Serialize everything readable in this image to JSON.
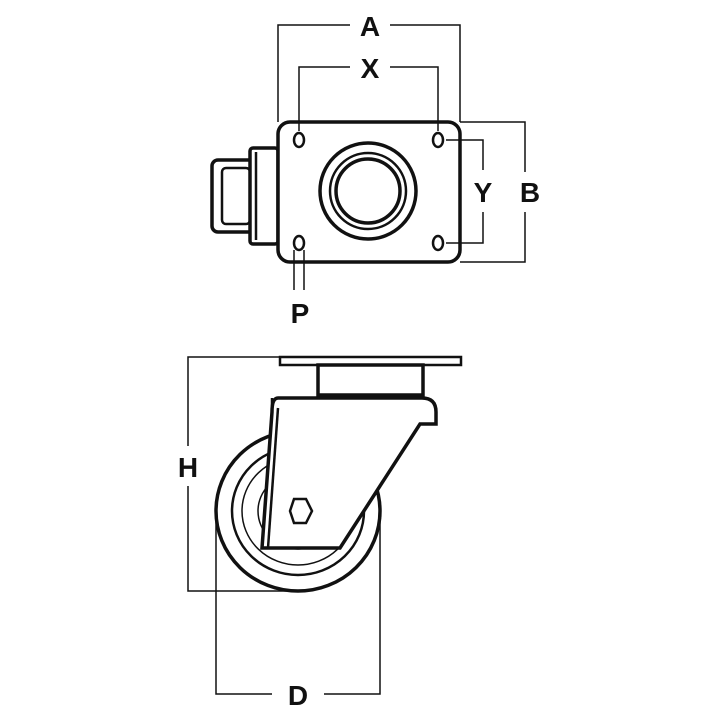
{
  "labels": {
    "a": "A",
    "x": "X",
    "y": "Y",
    "b": "B",
    "p": "P",
    "h": "H",
    "d": "D"
  },
  "colors": {
    "line": "#111111",
    "background": "#ffffff"
  }
}
